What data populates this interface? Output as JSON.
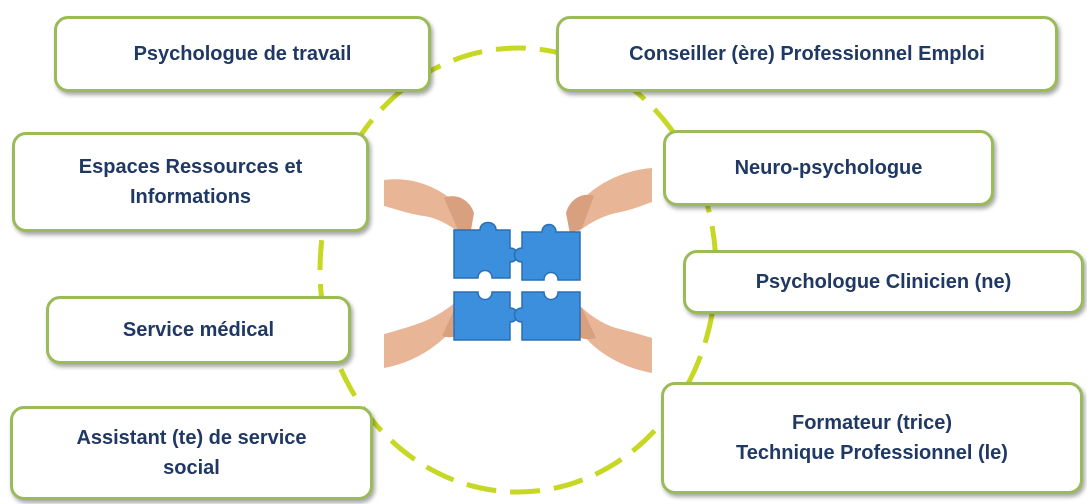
{
  "colors": {
    "box_border": "#9bbb59",
    "box_text": "#1f3864",
    "circle_dash": "#c6d824",
    "puzzle_blue": "#3c8fdc",
    "skin": "#e8b596"
  },
  "boxes": {
    "psychologue_travail": [
      "Psychologue de travail"
    ],
    "conseiller": [
      "Conseiller (ère) Professionnel Emploi"
    ],
    "espaces": [
      "Espaces Ressources et",
      "Informations"
    ],
    "neuro": [
      "Neuro-psychologue"
    ],
    "clinicien": [
      "Psychologue Clinicien (ne)"
    ],
    "medical": [
      "Service médical"
    ],
    "assistant": [
      "Assistant (te) de service",
      "social"
    ],
    "formateur": [
      "Formateur (trice)",
      "Technique Professionnel (le)"
    ]
  },
  "center_image": {
    "icon": "puzzle-hands-icon"
  }
}
